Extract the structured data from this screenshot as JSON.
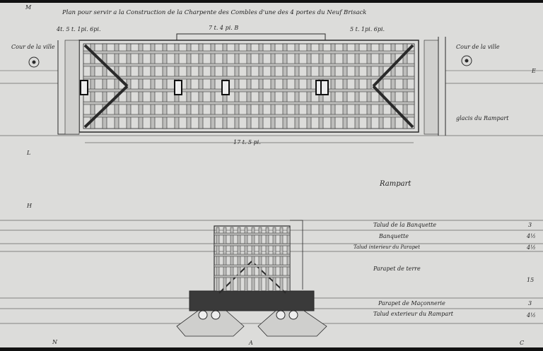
{
  "title": "Plan pour servir a la Construction de la Charpente des Combles d'une des 4 portes du Neuf Brisack",
  "plan": {
    "dim_left": "4t. 5 t. 1pi. 6pi.",
    "dim_center": "7 t. 4 pi. B",
    "dim_right": "5 t. 1pi. 6pi.",
    "dim_bottom": "17 t. 5 pi.",
    "court_left": "Cour de la ville",
    "court_right": "Cour de la ville",
    "glacis": "glacis du Rampart",
    "rampart": "Rampart"
  },
  "section": {
    "labels": [
      "Talud de la Banquette",
      "Banquette",
      "Talud interieur du Parapet",
      "Parapet de terre",
      "Parapet de Maçonnerie",
      "Talud exterieur du Rampart"
    ],
    "measures": [
      "3",
      "4½",
      "4½",
      "15",
      "3",
      "4½"
    ]
  },
  "margin_letters": {
    "top_left": "M",
    "right_e": "E",
    "left_l": "L",
    "left_h": "H",
    "bottom_n": "N",
    "bottom_a": "A",
    "bottom_c": "C"
  },
  "colors": {
    "paper": "#dcdcda",
    "ink": "#2a2a2a",
    "masonry": "#3a3a3a"
  }
}
